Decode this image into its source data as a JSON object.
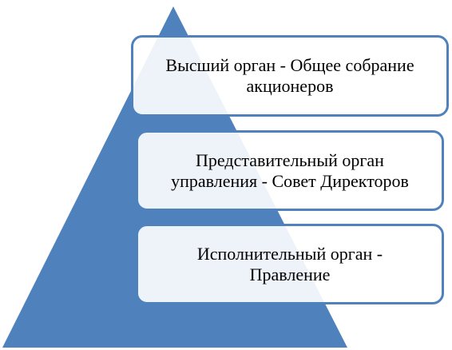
{
  "diagram": {
    "pyramid_color": "#4f81bd",
    "border_color": "#4f81bd",
    "levels": [
      {
        "label": "Высший орган - Общее собрание\nакционеров"
      },
      {
        "label": "Представительный орган\nуправления - Совет Директоров"
      },
      {
        "label": "Исполнительный орган -\nПравление"
      }
    ]
  }
}
